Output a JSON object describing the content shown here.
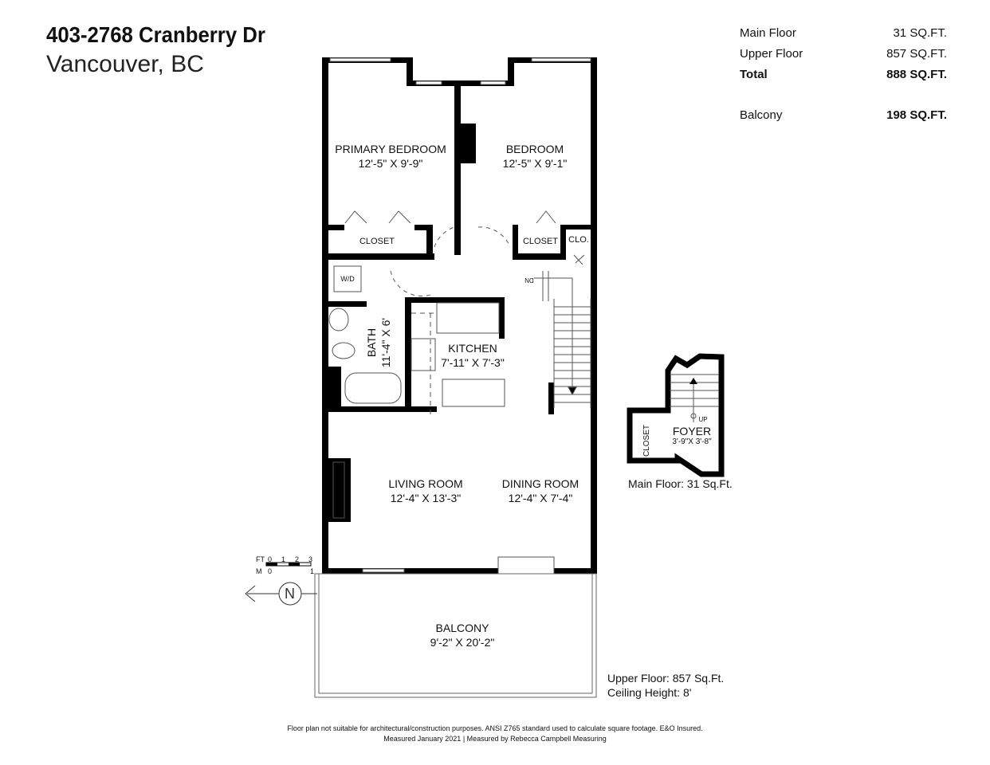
{
  "header": {
    "title": "403-2768 Cranberry Dr",
    "subtitle": "Vancouver, BC"
  },
  "areas": [
    {
      "label": "Main Floor",
      "value": "31 SQ.FT."
    },
    {
      "label": "Upper Floor",
      "value": "857 SQ.FT."
    },
    {
      "label": "Total",
      "value": "888 SQ.FT."
    },
    {
      "label": "Balcony",
      "value": "198 SQ.FT."
    }
  ],
  "rooms": {
    "primary_bedroom": {
      "name": "PRIMARY BEDROOM",
      "size": "12'-5\" X 9'-9\""
    },
    "bedroom": {
      "name": "BEDROOM",
      "size": "12'-5\" X 9'-1\""
    },
    "closet1": "CLOSET",
    "closet2": "CLOSET",
    "clo": "CLO.",
    "wd": "W/D",
    "dn": "DN",
    "bath": {
      "name": "BATH",
      "size": "11'-4\" X 6'"
    },
    "kitchen": {
      "name": "KITCHEN",
      "size": "7'-11\" X 7'-3\""
    },
    "living": {
      "name": "LIVING ROOM",
      "size": "12'-4\" X 13'-3\""
    },
    "dining": {
      "name": "DINING ROOM",
      "size": "12'-4\" X 7'-4\""
    },
    "balcony": {
      "name": "BALCONY",
      "size": "9'-2\" X 20'-2\""
    },
    "foyer": {
      "name": "FOYER",
      "size": "3'-9\"X 3'-8\""
    },
    "foyer_closet": "CLOSET",
    "up": "UP"
  },
  "notes": {
    "main_floor": "Main Floor: 31 Sq.Ft.",
    "upper_floor": "Upper Floor: 857 Sq.Ft.",
    "ceiling": "Ceiling Height: 8'"
  },
  "scale": {
    "ft": "FT",
    "m": "M",
    "ft_ticks": [
      "0",
      "1",
      "2",
      "3"
    ],
    "m_ticks": [
      "0",
      "1"
    ],
    "north": "N"
  },
  "footer": {
    "line1": "Floor plan not suitable for architectural/construction purposes. ANSI Z765 standard used to calculate square footage. E&O Insured.",
    "line2": "Measured January 2021 | Measured by Rebecca Campbell Measuring"
  }
}
